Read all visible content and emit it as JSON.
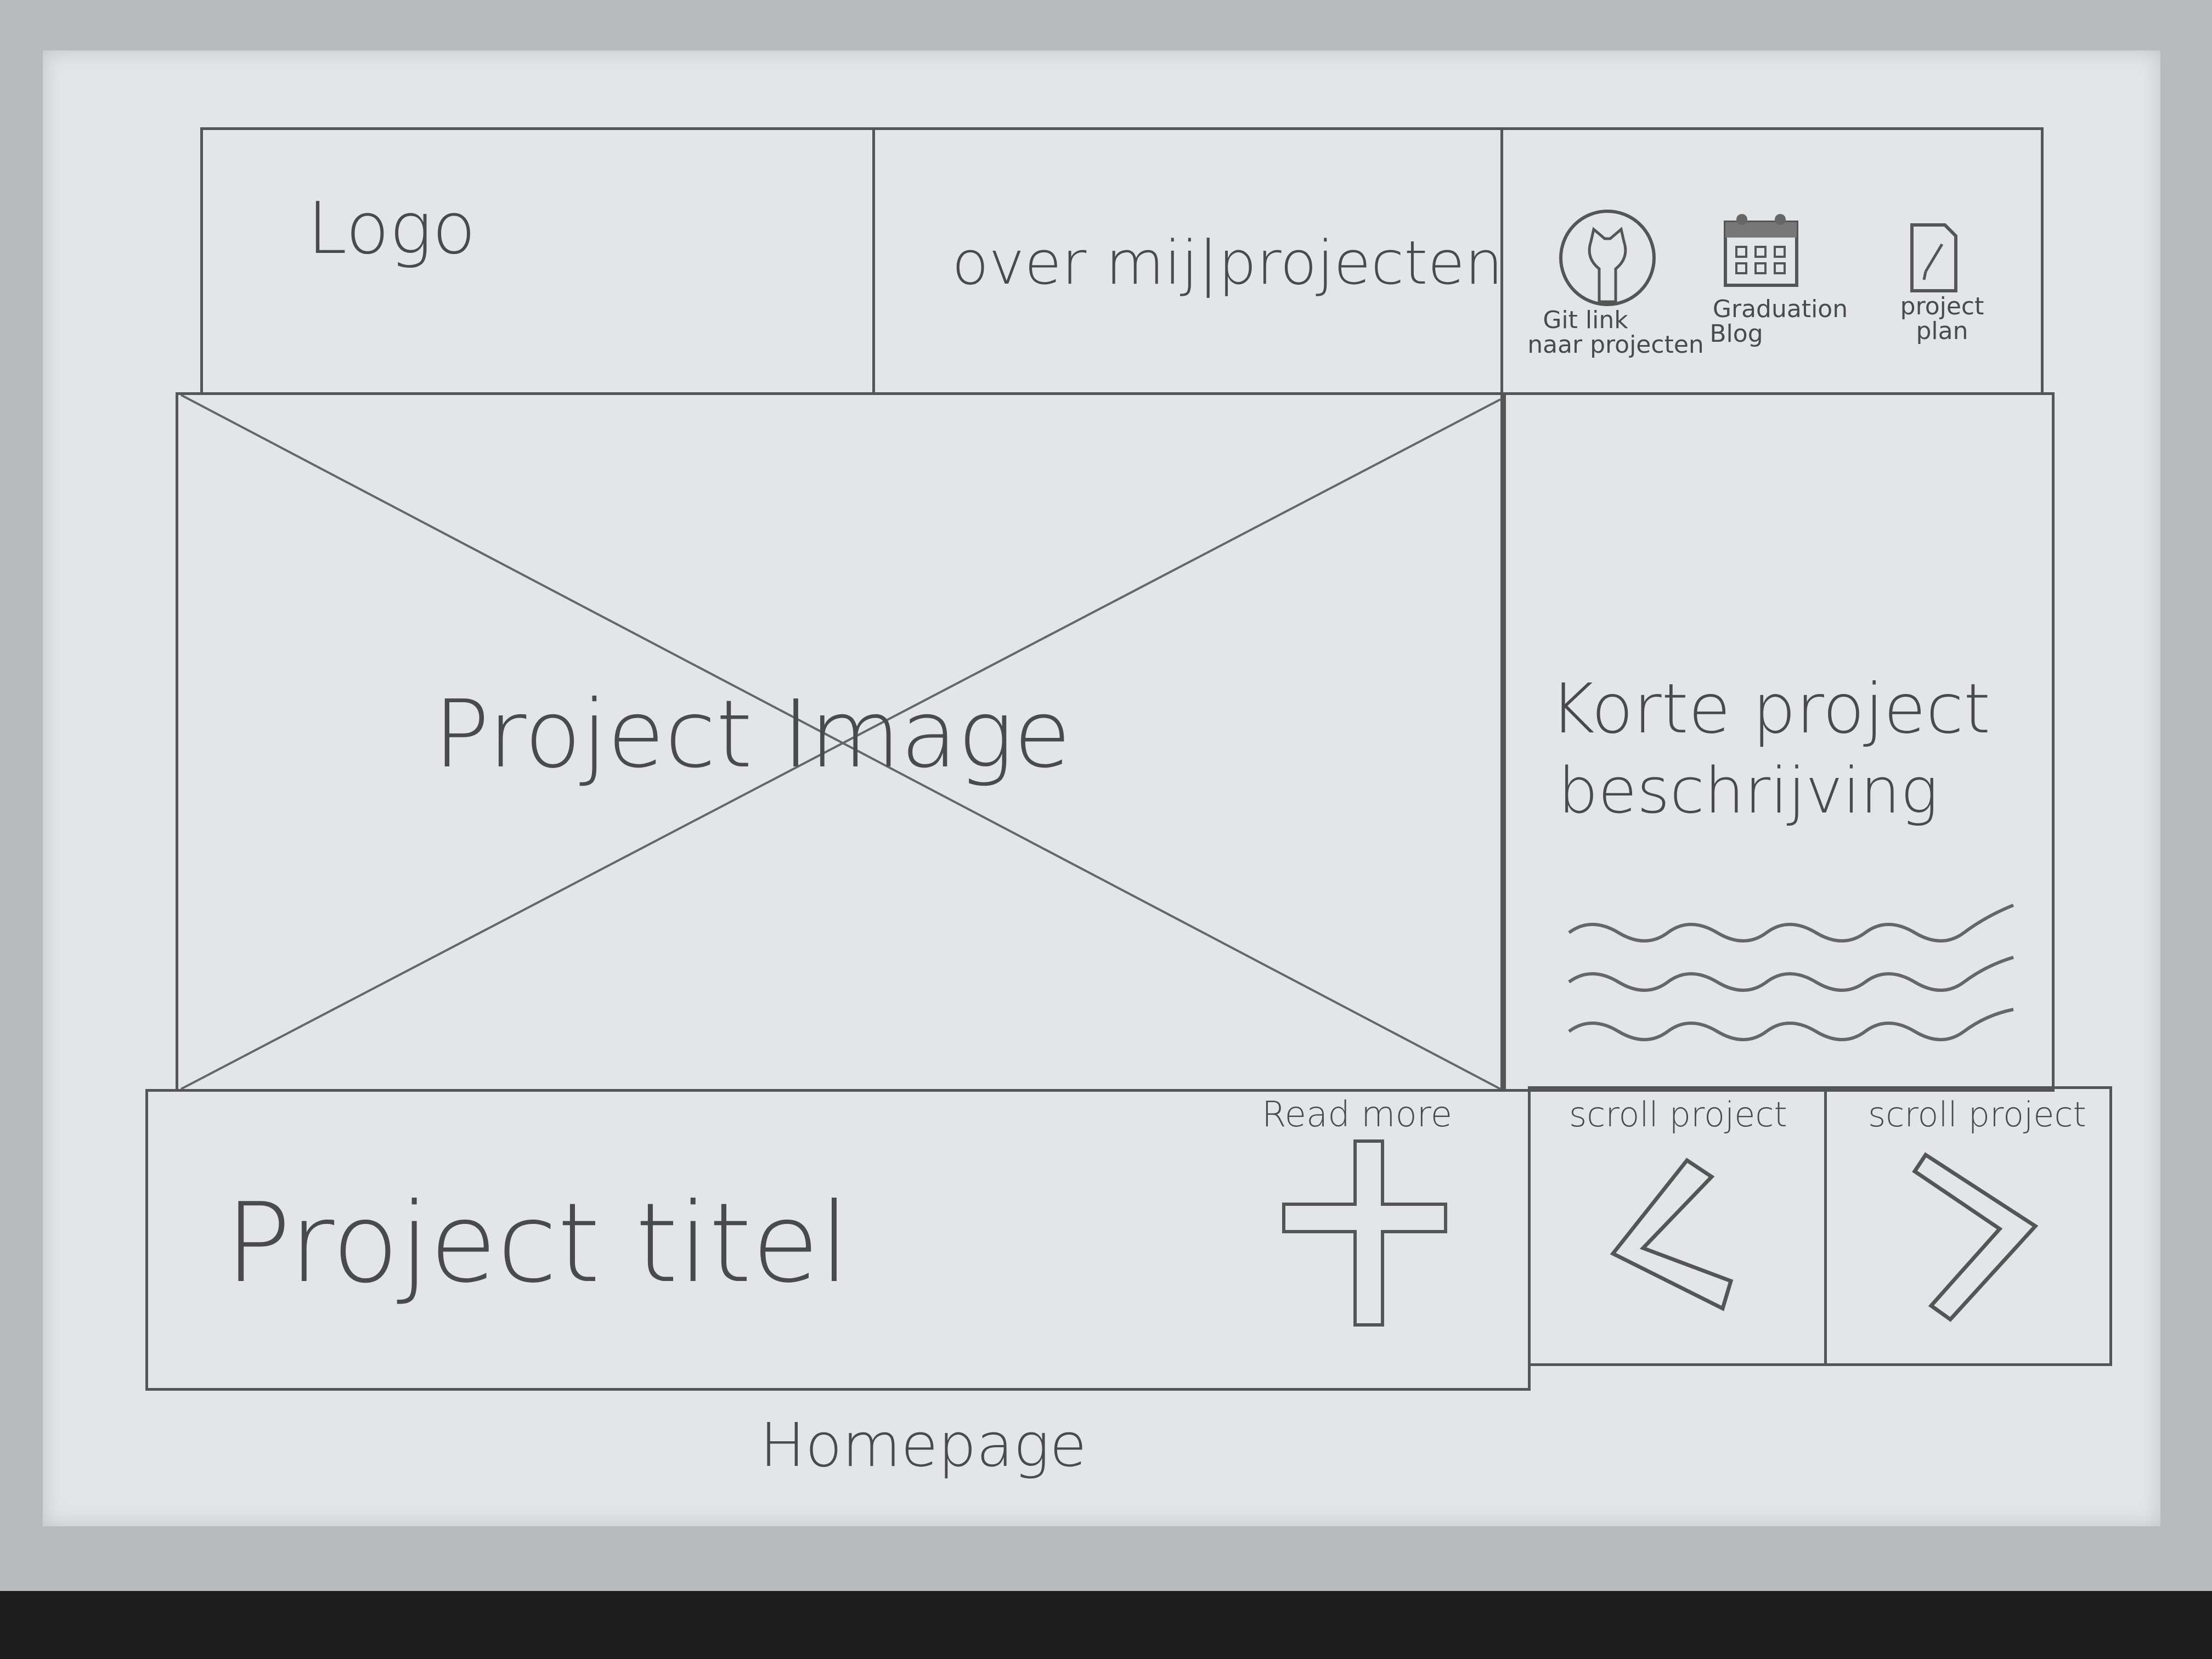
{
  "header": {
    "logo": "Logo",
    "nav": "over mij|projecten",
    "icons": [
      {
        "name": "github-icon",
        "label_line1": "Git link",
        "label_line2": "naar projecten"
      },
      {
        "name": "calendar-icon",
        "label_line1": "Graduation",
        "label_line2": "Blog"
      },
      {
        "name": "document-icon",
        "label_line1": "project",
        "label_line2": "plan"
      }
    ]
  },
  "main": {
    "image_placeholder": "Project Image",
    "description_title_line1": "Korte project",
    "description_title_line2": "beschrijving"
  },
  "footer": {
    "project_title": "Project titel",
    "read_more": "Read more",
    "scroll_prev": "scroll project",
    "scroll_next": "scroll project"
  },
  "page_caption": "Homepage"
}
